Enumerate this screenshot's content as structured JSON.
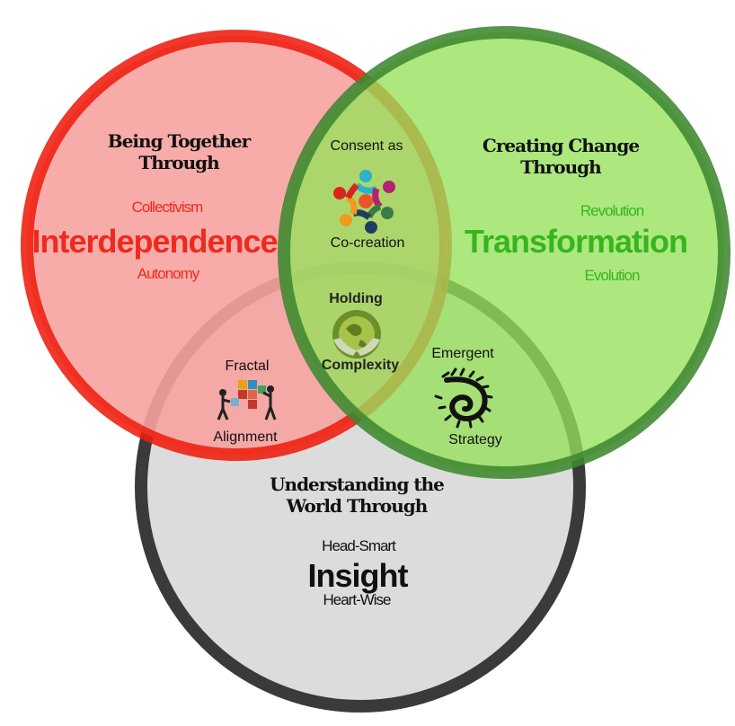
{
  "colors": {
    "red_ring": "#ee1c0e",
    "red_fill": "#f7a3a0",
    "green_ring": "#4c8e3c",
    "green_fill": "#9be45f",
    "gray_ring": "#3a3a3a",
    "gray_fill": "#d6d6d6",
    "red_text": "#ee2a1e",
    "green_text": "#37b51e"
  },
  "circles": {
    "interdependence": {
      "heading": "Being Together Through",
      "heading_line1": "Being Together",
      "heading_line2": "Through",
      "top": "Collectivism",
      "main": "Interdependence",
      "bottom": "Autonomy"
    },
    "transformation": {
      "heading": "Creating Change Through",
      "heading_line1": "Creating Change",
      "heading_line2": "Through",
      "top": "Revolution",
      "main": "Transformation",
      "bottom": "Evolution"
    },
    "insight": {
      "heading": "Understanding the World Through",
      "heading_line1": "Understanding the",
      "heading_line2": "World Through",
      "top": "Head-Smart",
      "main": "Insight",
      "bottom": "Heart-Wise"
    }
  },
  "overlaps": {
    "consent": {
      "top": "Consent as",
      "bottom": "Co-creation",
      "icon": "people-circle-icon"
    },
    "fractal": {
      "top": "Fractal",
      "bottom": "Alignment",
      "icon": "puzzle-people-icon"
    },
    "emergent": {
      "top": "Emergent",
      "bottom": "Strategy",
      "icon": "spiral-fern-icon"
    },
    "center": {
      "top": "Holding",
      "bottom": "Complexity",
      "icon": "globe-hands-icon"
    }
  }
}
